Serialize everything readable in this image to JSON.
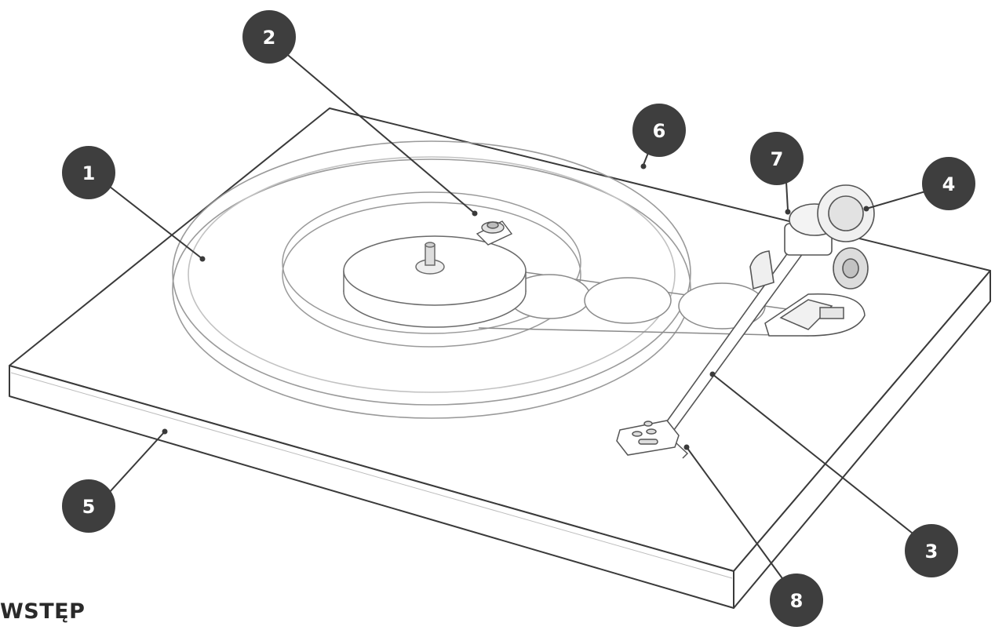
{
  "diagram": {
    "subject": "turntable exploded callout diagram",
    "colors": {
      "line": "#3a3a3a",
      "light_line": "#9a9a9a",
      "badge_fill": "#3e3e3e",
      "badge_text": "#ffffff",
      "body_fill": "#ffffff"
    },
    "callouts": [
      {
        "id": "1",
        "label": "1"
      },
      {
        "id": "2",
        "label": "2"
      },
      {
        "id": "3",
        "label": "3"
      },
      {
        "id": "4",
        "label": "4"
      },
      {
        "id": "5",
        "label": "5"
      },
      {
        "id": "6",
        "label": "6"
      },
      {
        "id": "7",
        "label": "7"
      },
      {
        "id": "8",
        "label": "8"
      }
    ]
  },
  "section": {
    "heading": "WSTĘP"
  }
}
